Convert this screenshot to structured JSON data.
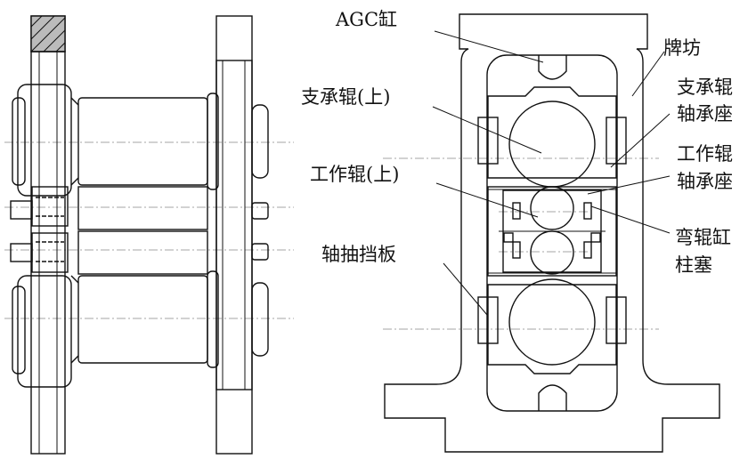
{
  "labels": {
    "agc_cylinder": "AGC缸",
    "housing": "牌坊",
    "backup_roll_upper": "支承辊(上)",
    "backup_bearing_l1": "支承辊",
    "backup_bearing_l2": "轴承座",
    "work_roll_upper": "工作辊(上)",
    "work_bearing_l1": "工作辊",
    "work_bearing_l2": "轴承座",
    "bending_l1": "弯辊缸",
    "bending_l2": "柱塞",
    "retaining_plate": "轴抽挡板"
  }
}
